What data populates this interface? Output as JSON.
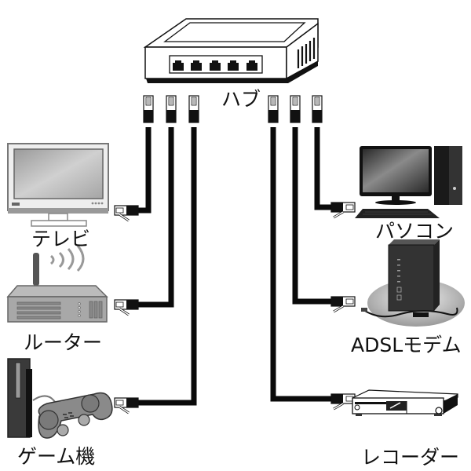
{
  "diagram": {
    "title": "Hub network connection diagram",
    "hub": {
      "label": "ハブ",
      "port_count": 5
    },
    "devices_left": [
      {
        "id": "tv",
        "label": "テレビ",
        "icon": "tv-icon"
      },
      {
        "id": "router",
        "label": "ルーター",
        "icon": "wireless-router-icon"
      },
      {
        "id": "game",
        "label": "ゲーム機",
        "icon": "game-console-icon"
      }
    ],
    "devices_right": [
      {
        "id": "pc",
        "label": "パソコン",
        "icon": "desktop-computer-icon"
      },
      {
        "id": "modem",
        "label": "ADSLモデム",
        "icon": "adsl-modem-icon"
      },
      {
        "id": "recorder",
        "label": "レコーダー",
        "icon": "video-recorder-icon"
      }
    ],
    "connections": [
      {
        "from": "hub",
        "to": "tv",
        "medium": "LAN cable (RJ-45)"
      },
      {
        "from": "hub",
        "to": "router",
        "medium": "LAN cable (RJ-45)"
      },
      {
        "from": "hub",
        "to": "game",
        "medium": "LAN cable (RJ-45)"
      },
      {
        "from": "hub",
        "to": "pc",
        "medium": "LAN cable (RJ-45)"
      },
      {
        "from": "hub",
        "to": "modem",
        "medium": "LAN cable (RJ-45)"
      },
      {
        "from": "hub",
        "to": "recorder",
        "medium": "LAN cable (RJ-45)"
      }
    ],
    "colors": {
      "cable": "#0a0a0a",
      "outline": "#111111",
      "device_gray": "#8c8c8c",
      "background": "#ffffff"
    }
  }
}
